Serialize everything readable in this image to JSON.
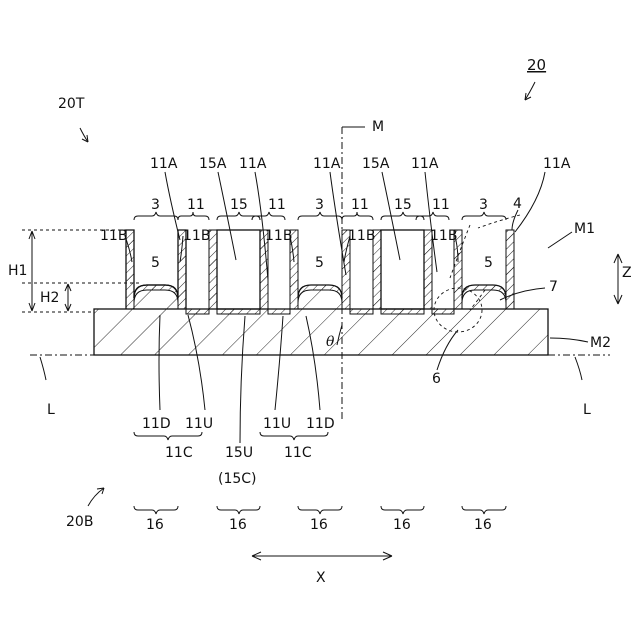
{
  "figure": {
    "ref_20": "20",
    "ref_20T": "20T",
    "ref_20B": "20B",
    "ref_M": "M",
    "ref_M1": "M1",
    "ref_M2": "M2",
    "ref_L": "L",
    "ref_Z": "Z",
    "ref_X": "X",
    "ref_H1": "H1",
    "ref_H2": "H2",
    "ref_theta": "θ",
    "ref_11A": "11A",
    "ref_15A": "15A",
    "ref_11B": "11B",
    "ref_3": "3",
    "ref_11": "11",
    "ref_15": "15",
    "ref_4": "4",
    "ref_5": "5",
    "ref_6": "6",
    "ref_7": "7",
    "ref_11D": "11D",
    "ref_11U": "11U",
    "ref_11C": "11C",
    "ref_15U": "15U",
    "ref_15C": "(15C)",
    "ref_16": "16"
  }
}
